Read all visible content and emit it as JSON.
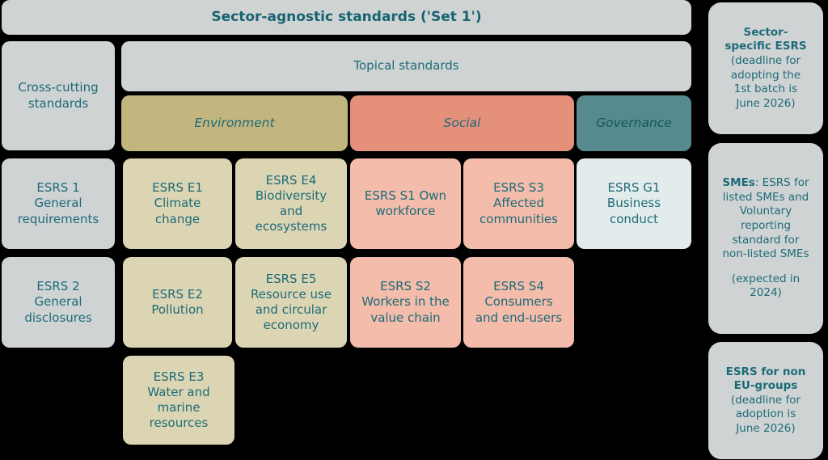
{
  "title": "Sector-agnostic standards ('Set 1')",
  "cross_cutting": {
    "label": "Cross-cutting\nstandards",
    "esrs1": "ESRS 1\nGeneral\nrequirements",
    "esrs2": "ESRS 2\nGeneral\ndisclosures"
  },
  "topical": {
    "label": "Topical standards",
    "environment": {
      "name": "Environment",
      "e1": "ESRS E1\nClimate\nchange",
      "e4": "ESRS E4\nBiodiversity\nand\necosystems",
      "e2": "ESRS E2\nPollution",
      "e5": "ESRS E5\nResource use\nand circular\neconomy",
      "e3": "ESRS E3\nWater and\nmarine\nresources"
    },
    "social": {
      "name": "Social",
      "s1": "ESRS S1 Own\nworkforce",
      "s3": "ESRS S3\nAffected\ncommunities",
      "s2": "ESRS S2\nWorkers in the\nvalue chain",
      "s4": "ESRS S4\nConsumers\nand end-users"
    },
    "governance": {
      "name": "Governance",
      "g1": "ESRS G1\nBusiness\nconduct"
    }
  },
  "right_column": {
    "sector_specific": {
      "title": "Sector-\nspecific ESRS",
      "body": "(deadline for\nadopting the\n1st batch is\nJune 2026)"
    },
    "smes": {
      "title": "SMEs",
      "body": ": ESRS for\nlisted SMEs and\nVoluntary\nreporting\nstandard for\nnon-listed SMEs",
      "note": "(expected in\n2024)"
    },
    "non_eu": {
      "title": "ESRS for non\nEU-groups",
      "body": "(deadline for\nadoption is\nJune 2026)"
    }
  },
  "colors": {
    "background": "#000000",
    "gray_box": "#cfd3d4",
    "environment_header": "#c2b67e",
    "environment_box": "#dcd5b4",
    "social_header": "#e5907a",
    "social_box": "#f3bcab",
    "governance_header": "#578a8e",
    "governance_box": "#e3ecec",
    "text_teal": "#1e6b78"
  }
}
